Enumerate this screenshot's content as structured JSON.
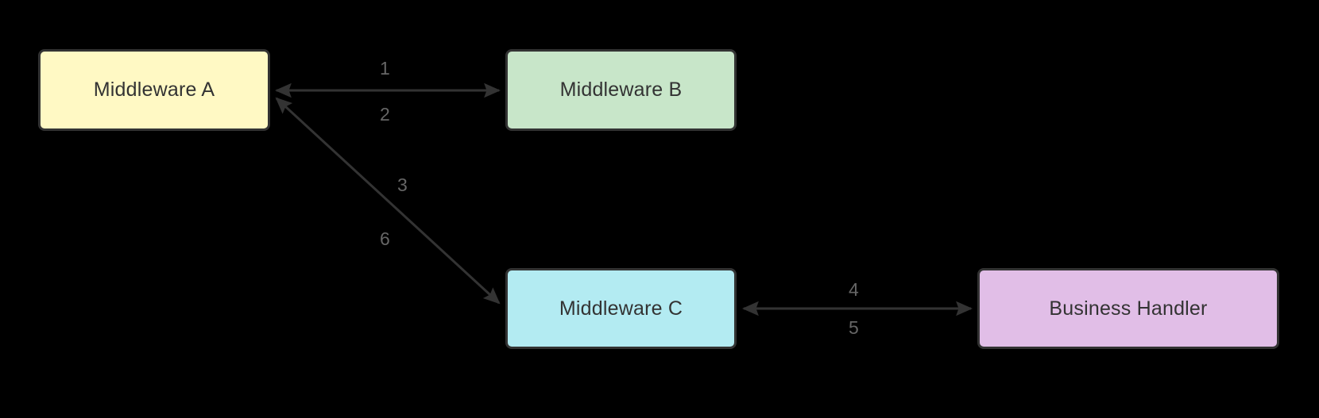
{
  "diagram": {
    "type": "flow-diagram",
    "background_color": "#000000",
    "edge_color": "#333333",
    "edge_label_color": "#666666",
    "node_text_color": "#333333",
    "nodes": [
      {
        "id": "middleware-a",
        "label": "Middleware A",
        "fill": "#FFF9C4"
      },
      {
        "id": "middleware-b",
        "label": "Middleware B",
        "fill": "#C8E6C9"
      },
      {
        "id": "middleware-c",
        "label": "Middleware C",
        "fill": "#B3EBF2"
      },
      {
        "id": "business-handler",
        "label": "Business Handler",
        "fill": "#E1BEE7"
      }
    ],
    "edges": [
      {
        "id": "a-b",
        "from": "middleware-a",
        "to": "middleware-b",
        "arrows": "both",
        "labels": [
          "1",
          "2"
        ]
      },
      {
        "id": "a-c",
        "from": "middleware-a",
        "to": "middleware-c",
        "arrows": "both",
        "labels": [
          "3",
          "6"
        ]
      },
      {
        "id": "c-bh",
        "from": "middleware-c",
        "to": "business-handler",
        "arrows": "both",
        "labels": [
          "4",
          "5"
        ]
      }
    ],
    "edge_labels": {
      "one": "1",
      "two": "2",
      "three": "3",
      "four": "4",
      "five": "5",
      "six": "6"
    }
  }
}
